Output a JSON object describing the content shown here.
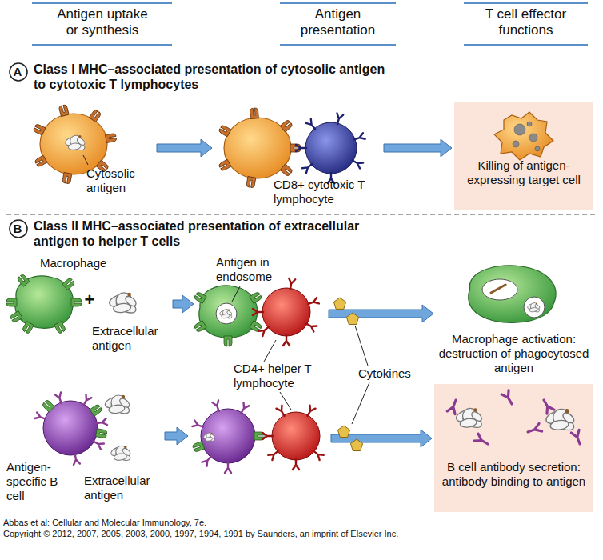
{
  "diagram": {
    "nodes": [
      {
        "text": [
          "A"
        ]
      },
      {
        "text": [
          "Cytosolic antigen"
        ]
      },
      {
        "text": [
          "CD8+ cytotoxic T lymphocyte"
        ]
      },
      {
        "text": [
          "Killing of antigen-expressing target cell"
        ]
      },
      {
        "text": [
          "B"
        ]
      },
      {
        "text": [
          "Macrophage",
          "Extracellular antigen"
        ]
      },
      {
        "text": [
          "Antigen in endosome"
        ]
      },
      {
        "text": [
          "Macrophage activation: destruction of phagocytosed antigen"
        ]
      },
      {
        "text": [
          "Antigen-specific B cell",
          "Extracellular antigen"
        ]
      },
      {
        "text": [
          "CD4+ helper T lymphocyte"
        ]
      },
      {
        "text": [
          "B cell antibody secretion: antibody binding to antigen"
        ]
      }
    ],
    "edges": [
      {
        "from": 1,
        "to": 2,
        "arrow": "to"
      },
      {
        "from": 2,
        "to": 3,
        "arrow": "to"
      },
      {
        "from": 5,
        "to": 6,
        "arrow": "to"
      },
      {
        "from": 6,
        "to": 7,
        "arrow": "to"
      },
      {
        "from": 8,
        "to": 9,
        "arrow": "to"
      },
      {
        "from": 9,
        "to": 10,
        "arrow": "to"
      }
    ],
    "labels": [
      "Antigen uptake or synthesis",
      "Antigen presentation",
      "T cell effector functions",
      "Class I MHC–associated presentation of cytosolic antigen to cytotoxic T lymphocytes",
      "Class II MHC–associated presentation of extracellular antigen to helper T cells",
      "+",
      "Cytokines",
      "Abbas et al: Cellular and Molecular Immunology, 7e.",
      "Copyright © 2012, 2007, 2005, 2003, 2000, 1997, 1994, 1991 by Saunders, an imprint of Elsevier Inc."
    ]
  }
}
